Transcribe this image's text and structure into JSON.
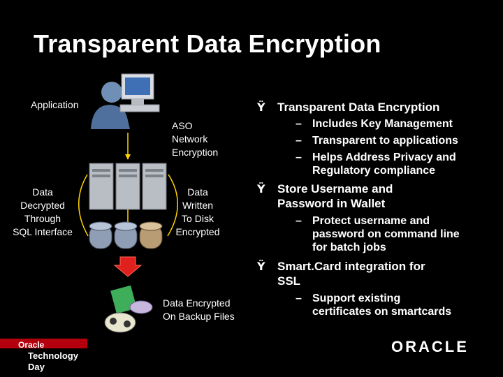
{
  "slide": {
    "title": "Transparent Data Encryption",
    "labels": {
      "application": "Application",
      "aso": [
        "ASO",
        "Network",
        "Encryption"
      ],
      "decrypted": [
        "Data",
        "Decrypted",
        "Through",
        "SQL Interface"
      ],
      "written": [
        "Data",
        "Written",
        "To Disk",
        "Encrypted"
      ],
      "backup": [
        "Data Encrypted",
        "On Backup Files"
      ]
    },
    "bullets": [
      {
        "marker": "Ÿ",
        "text": [
          "Transparent Data Encryption"
        ],
        "subs": [
          {
            "marker": "–",
            "text": [
              "Includes Key Management"
            ]
          },
          {
            "marker": "–",
            "text": [
              "Transparent to applications"
            ]
          },
          {
            "marker": "–",
            "text": [
              "Helps Address Privacy and",
              "Regulatory compliance"
            ]
          }
        ]
      },
      {
        "marker": "Ÿ",
        "text": [
          "Store Username and",
          "Password in Wallet"
        ],
        "subs": [
          {
            "marker": "–",
            "text": [
              "Protect username and",
              "password on command line",
              "for batch jobs"
            ]
          }
        ]
      },
      {
        "marker": "Ÿ",
        "text": [
          "Smart.Card integration for",
          "SSL"
        ],
        "subs": [
          {
            "marker": "–",
            "text": [
              "Support existing",
              "certificates on smartcards"
            ]
          }
        ]
      }
    ]
  },
  "footer": {
    "left_logo": [
      "Oracle",
      "Technology",
      "Day"
    ],
    "right_logo": "ORACLE"
  },
  "colors": {
    "background": "#000000",
    "brand_red": "#c00000",
    "arrow_yellow": "#ffd400"
  }
}
